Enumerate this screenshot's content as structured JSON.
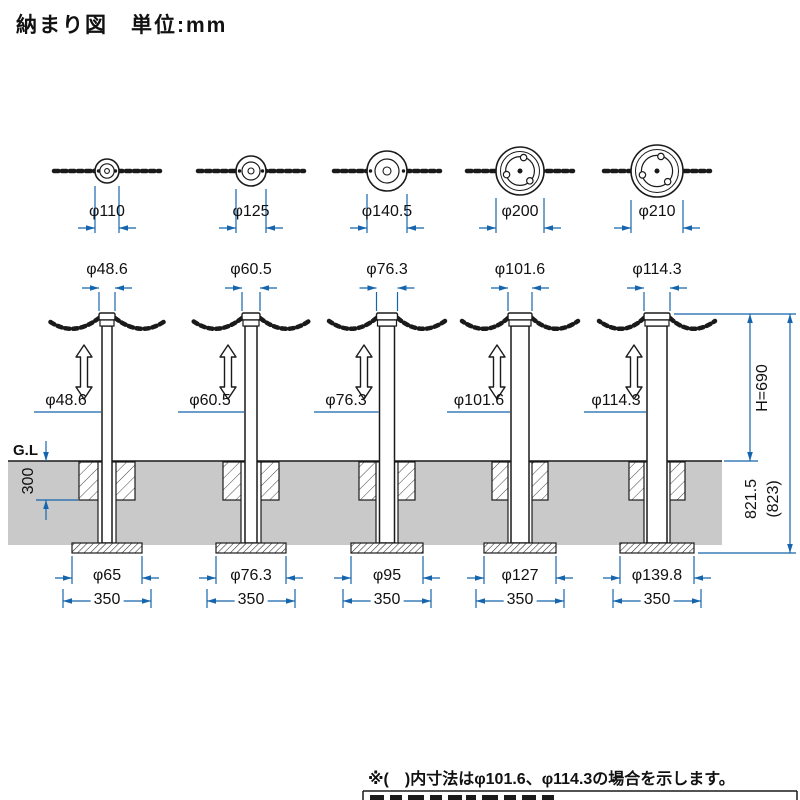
{
  "title": "納まり図　単位:mm",
  "footnote": "※(　)内寸法はφ101.6、φ114.3の場合を示します。",
  "ground_label": "G.L",
  "left_dim": "300",
  "right_dims": {
    "height": "H=690",
    "total": "821.5",
    "total_paren": "(823)"
  },
  "columns": [
    {
      "top_view_dia": "φ110",
      "cap_dia": "φ48.6",
      "post_dia": "φ48.6",
      "base_dia": "φ65",
      "base_width": "350"
    },
    {
      "top_view_dia": "φ125",
      "cap_dia": "φ60.5",
      "post_dia": "φ60.5",
      "base_dia": "φ76.3",
      "base_width": "350"
    },
    {
      "top_view_dia": "φ140.5",
      "cap_dia": "φ76.3",
      "post_dia": "φ76.3",
      "base_dia": "φ95",
      "base_width": "350"
    },
    {
      "top_view_dia": "φ200",
      "cap_dia": "φ101.6",
      "post_dia": "φ101.6",
      "base_dia": "φ127",
      "base_width": "350"
    },
    {
      "top_view_dia": "φ210",
      "cap_dia": "φ114.3",
      "post_dia": "φ114.3",
      "base_dia": "φ139.8",
      "base_width": "350"
    }
  ],
  "colors": {
    "dimension": "#1565ae",
    "line": "#1a1a1a",
    "ground": "#c9c9c9"
  }
}
